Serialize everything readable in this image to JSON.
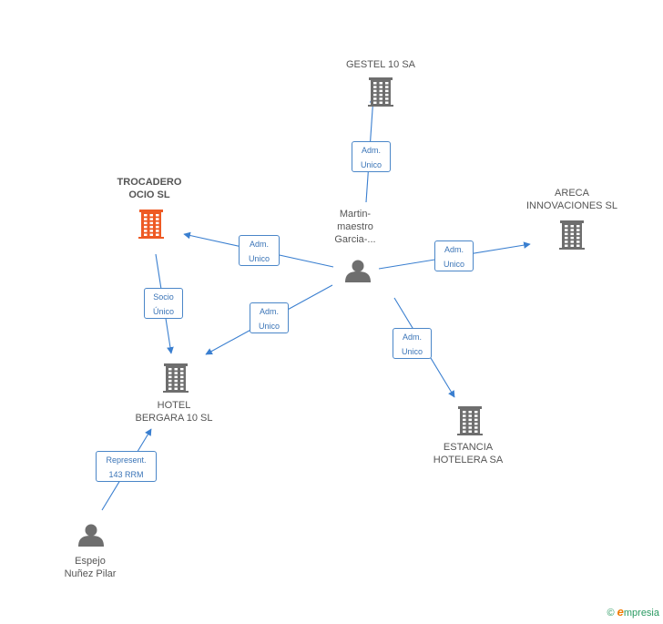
{
  "colors": {
    "edge": "#3a7fd0",
    "node_default": "#6e6e6e",
    "node_highlight": "#ee5a24",
    "edge_label_text": "#3a74b7"
  },
  "nodes": [
    {
      "id": "gestel",
      "label": "GESTEL 10 SA",
      "icon": "building-icon"
    },
    {
      "id": "trocadero",
      "label": "TROCADERO\nOCIO SL",
      "icon": "building-icon",
      "highlight": true
    },
    {
      "id": "areca",
      "label": "ARECA\nINNOVACIONES SL",
      "icon": "building-icon"
    },
    {
      "id": "martin",
      "label": "Martin-\nmaestro\nGarcia-...",
      "icon": "person-icon"
    },
    {
      "id": "hotel",
      "label": "HOTEL\nBERGARA 10 SL",
      "icon": "building-icon"
    },
    {
      "id": "estancia",
      "label": "ESTANCIA\nHOTELERA SA",
      "icon": "building-icon"
    },
    {
      "id": "espejo",
      "label": "Espejo\nNuñez Pilar",
      "icon": "person-icon"
    }
  ],
  "edges": [
    {
      "from": "martin",
      "to": "gestel",
      "label": "Adm.\nUnico"
    },
    {
      "from": "martin",
      "to": "trocadero",
      "label": "Adm.\nUnico"
    },
    {
      "from": "martin",
      "to": "areca",
      "label": "Adm.\nUnico"
    },
    {
      "from": "martin",
      "to": "hotel",
      "label": "Adm.\nUnico"
    },
    {
      "from": "martin",
      "to": "estancia",
      "label": "Adm.\nUnico"
    },
    {
      "from": "trocadero",
      "to": "hotel",
      "label": "Socio\nÚnico"
    },
    {
      "from": "espejo",
      "to": "hotel",
      "label": "Represent.\n143 RRM"
    }
  ],
  "footer": {
    "copyright": "©",
    "brand_initial": "e",
    "brand_rest": "mpresia"
  }
}
